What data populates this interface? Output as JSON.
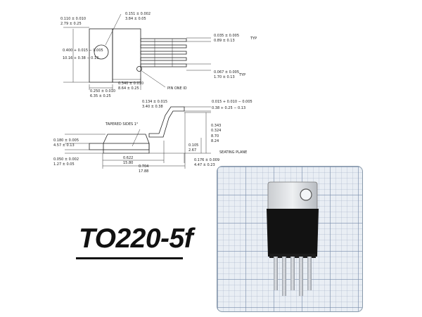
{
  "title": "TO220-5f",
  "top_view": {
    "width_top": "0.110 ± 0.010",
    "width_top_mm": "2.79 ± 0.25",
    "hole_dia": "0.151 ± 0.002",
    "hole_dia_mm": "3.84 ± 0.05",
    "body_h": "0.400 + 0.015 − 0.005",
    "body_h_mm": "10.16 + 0.38 − 0.13",
    "lead_w": "0.035 ± 0.005",
    "lead_w_mm": "0.89 ± 0.13",
    "pitch": "0.067 ± 0.005",
    "pitch_mm": "1.70 ± 0.13",
    "typ": "TYP",
    "tab_w": "0.250 ± 0.010",
    "tab_w_mm": "6.35 ± 0.25",
    "body_w": "0.340 ± 0.010",
    "body_w_mm": "8.64 ± 0.25",
    "pin_one": "PIN ONE ID"
  },
  "side_view": {
    "lead_off": "0.134 ± 0.015",
    "lead_off_mm": "3.40 ± 0.38",
    "lead_t": "0.015 + 0.010 − 0.005",
    "lead_t_mm": "0.38 + 0.25 − 0.13",
    "tapered": "TAPERED SIDES 1°",
    "body_t": "0.180 ± 0.005",
    "body_t_mm": "4.57 ± 0.13",
    "tab_t": "0.050 ± 0.002",
    "tab_t_mm": "1.27 ± 0.05",
    "form_h": "0.343",
    "form_h2": "0.324",
    "form_h_mm": "8.70",
    "form_h2_mm": "8.24",
    "stand": "0.105",
    "stand_mm": "2.67",
    "seating": "SEATING PLANE",
    "len1": "0.622",
    "len1_mm": "15.80",
    "len2": "0.704",
    "len2_mm": "17.88",
    "lead_pos": "0.176 ± 0.009",
    "lead_pos_mm": "4.47 ± 0.23"
  },
  "photo_alt": "Photo of TO220-5 package on graph paper"
}
